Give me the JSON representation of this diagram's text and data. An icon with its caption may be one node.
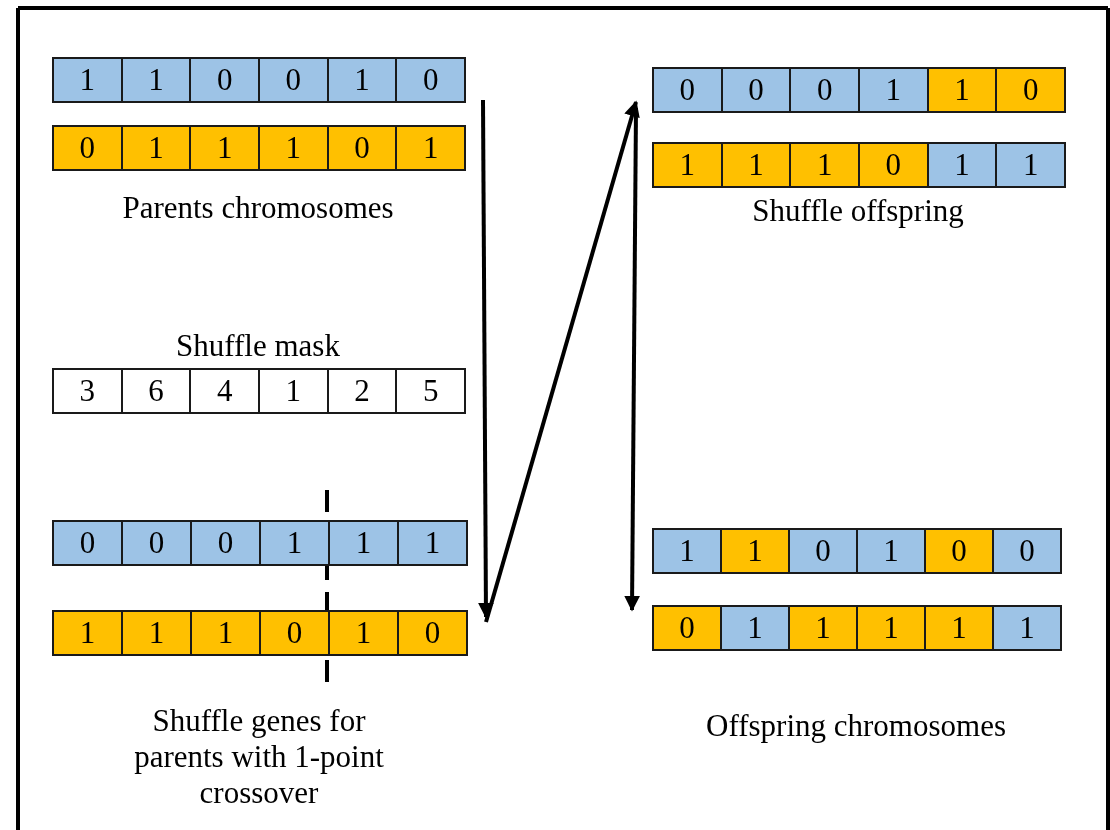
{
  "diagram": {
    "nodes": [
      {
        "text": [
          "Parents chromosomes"
        ]
      },
      {
        "text": [
          "1"
        ],
        "in": 0
      },
      {
        "text": [
          "1"
        ],
        "in": 0
      },
      {
        "text": [
          "0"
        ],
        "in": 0
      },
      {
        "text": [
          "0"
        ],
        "in": 0
      },
      {
        "text": [
          "1"
        ],
        "in": 0
      },
      {
        "text": [
          "0"
        ],
        "in": 0
      },
      {
        "text": [
          "0"
        ],
        "in": 0
      },
      {
        "text": [
          "1"
        ],
        "in": 0
      },
      {
        "text": [
          "1"
        ],
        "in": 0
      },
      {
        "text": [
          "1"
        ],
        "in": 0
      },
      {
        "text": [
          "0"
        ],
        "in": 0
      },
      {
        "text": [
          "1"
        ],
        "in": 0
      },
      {
        "text": [
          "Shuffle mask"
        ]
      },
      {
        "text": [
          "3"
        ],
        "in": 13
      },
      {
        "text": [
          "6"
        ],
        "in": 13
      },
      {
        "text": [
          "4"
        ],
        "in": 13
      },
      {
        "text": [
          "1"
        ],
        "in": 13
      },
      {
        "text": [
          "2"
        ],
        "in": 13
      },
      {
        "text": [
          "5"
        ],
        "in": 13
      },
      {
        "text": [
          "Shuffle genes for parents with 1-point crossover"
        ]
      },
      {
        "text": [
          "0"
        ],
        "in": 20
      },
      {
        "text": [
          "0"
        ],
        "in": 20
      },
      {
        "text": [
          "0"
        ],
        "in": 20
      },
      {
        "text": [
          "1"
        ],
        "in": 20
      },
      {
        "text": [
          "1"
        ],
        "in": 20
      },
      {
        "text": [
          "1"
        ],
        "in": 20
      },
      {
        "text": [
          "1"
        ],
        "in": 20
      },
      {
        "text": [
          "1"
        ],
        "in": 20
      },
      {
        "text": [
          "1"
        ],
        "in": 20
      },
      {
        "text": [
          "0"
        ],
        "in": 20
      },
      {
        "text": [
          "1"
        ],
        "in": 20
      },
      {
        "text": [
          "0"
        ],
        "in": 20
      },
      {
        "text": [
          "Shuffle offspring"
        ]
      },
      {
        "text": [
          "0"
        ],
        "in": 33
      },
      {
        "text": [
          "0"
        ],
        "in": 33
      },
      {
        "text": [
          "0"
        ],
        "in": 33
      },
      {
        "text": [
          "1"
        ],
        "in": 33
      },
      {
        "text": [
          "1"
        ],
        "in": 33
      },
      {
        "text": [
          "0"
        ],
        "in": 33
      },
      {
        "text": [
          "1"
        ],
        "in": 33
      },
      {
        "text": [
          "1"
        ],
        "in": 33
      },
      {
        "text": [
          "1"
        ],
        "in": 33
      },
      {
        "text": [
          "0"
        ],
        "in": 33
      },
      {
        "text": [
          "1"
        ],
        "in": 33
      },
      {
        "text": [
          "1"
        ],
        "in": 33
      },
      {
        "text": [
          "Offspring chromosomes"
        ]
      },
      {
        "text": [
          "1"
        ],
        "in": 46
      },
      {
        "text": [
          "1"
        ],
        "in": 46
      },
      {
        "text": [
          "0"
        ],
        "in": 46
      },
      {
        "text": [
          "1"
        ],
        "in": 46
      },
      {
        "text": [
          "0"
        ],
        "in": 46
      },
      {
        "text": [
          "0"
        ],
        "in": 46
      },
      {
        "text": [
          "0"
        ],
        "in": 46
      },
      {
        "text": [
          "1"
        ],
        "in": 46
      },
      {
        "text": [
          "1"
        ],
        "in": 46
      },
      {
        "text": [
          "1"
        ],
        "in": 46
      },
      {
        "text": [
          "1"
        ],
        "in": 46
      },
      {
        "text": [
          "1"
        ],
        "in": 46
      }
    ],
    "edges": [
      {
        "from": 0,
        "to": 20,
        "arrow": "to"
      },
      {
        "from": 20,
        "to": 33,
        "arrow": "to"
      },
      {
        "from": 33,
        "to": 46,
        "arrow": "to"
      }
    ]
  }
}
